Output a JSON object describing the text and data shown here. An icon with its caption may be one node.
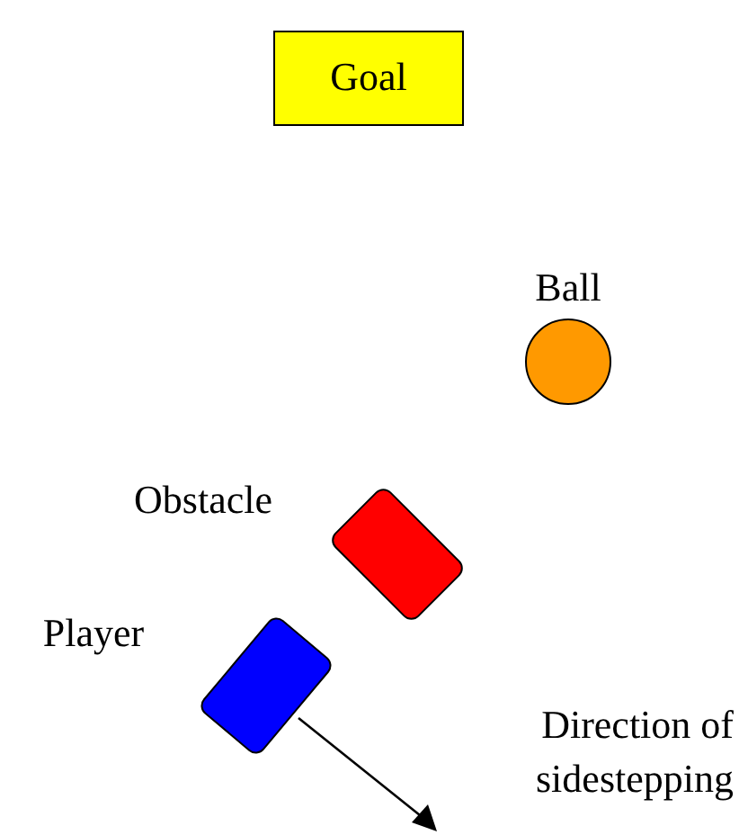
{
  "diagram": {
    "nodes": [
      {
        "text": [
          "Goal"
        ]
      },
      {
        "text": [],
        "shape": "circle",
        "beside": [
          "Ball"
        ]
      },
      {
        "text": [],
        "shape": "box",
        "beside": [
          "Obstacle"
        ]
      },
      {
        "text": [],
        "shape": "box",
        "beside": [
          "Player"
        ]
      }
    ],
    "labels": [
      "Direction of sidestepping"
    ]
  }
}
